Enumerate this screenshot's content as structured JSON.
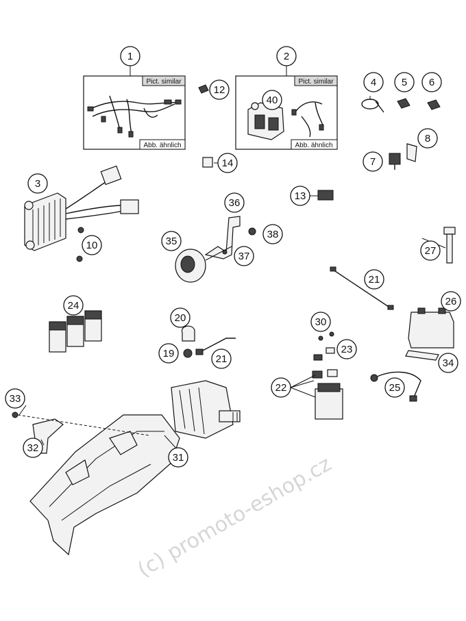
{
  "diagram": {
    "callouts": [
      {
        "id": "c1",
        "label": "1"
      },
      {
        "id": "c2",
        "label": "2"
      },
      {
        "id": "c3",
        "label": "3"
      },
      {
        "id": "c4",
        "label": "4"
      },
      {
        "id": "c5",
        "label": "5"
      },
      {
        "id": "c6",
        "label": "6"
      },
      {
        "id": "c7",
        "label": "7"
      },
      {
        "id": "c8",
        "label": "8"
      },
      {
        "id": "c10",
        "label": "10"
      },
      {
        "id": "c12",
        "label": "12"
      },
      {
        "id": "c13",
        "label": "13"
      },
      {
        "id": "c14",
        "label": "14"
      },
      {
        "id": "c19",
        "label": "19"
      },
      {
        "id": "c20",
        "label": "20"
      },
      {
        "id": "c21a",
        "label": "21"
      },
      {
        "id": "c21b",
        "label": "21"
      },
      {
        "id": "c22",
        "label": "22"
      },
      {
        "id": "c23",
        "label": "23"
      },
      {
        "id": "c24",
        "label": "24"
      },
      {
        "id": "c25",
        "label": "25"
      },
      {
        "id": "c26",
        "label": "26"
      },
      {
        "id": "c27",
        "label": "27"
      },
      {
        "id": "c30",
        "label": "30"
      },
      {
        "id": "c31",
        "label": "31"
      },
      {
        "id": "c32",
        "label": "32"
      },
      {
        "id": "c33",
        "label": "33"
      },
      {
        "id": "c34",
        "label": "34"
      },
      {
        "id": "c35",
        "label": "35"
      },
      {
        "id": "c36",
        "label": "36"
      },
      {
        "id": "c37",
        "label": "37"
      },
      {
        "id": "c38",
        "label": "38"
      },
      {
        "id": "c40",
        "label": "40"
      }
    ],
    "box1": {
      "top_tag": "Pict. similar",
      "bottom_tag": "Abb. ähnlich"
    },
    "box2": {
      "top_tag": "Pict. similar",
      "bottom_tag": "Abb. ähnlich"
    },
    "watermark": "(c) promoto-eshop.cz"
  }
}
